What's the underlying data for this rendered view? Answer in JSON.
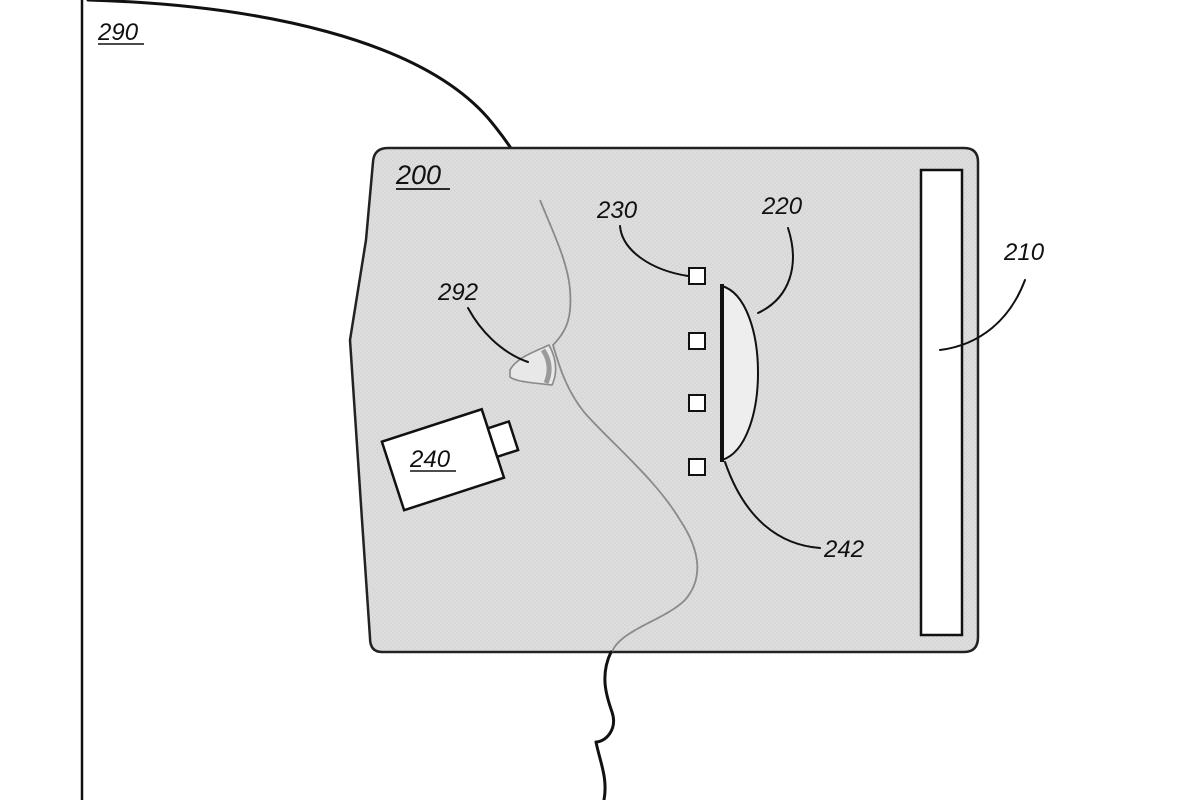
{
  "figure": {
    "labels": {
      "head": "290",
      "device": "200",
      "display": "210",
      "lens": "220",
      "emitters": "230",
      "camera": "240",
      "lens_edge": "242",
      "eye": "292"
    }
  },
  "colors": {
    "ink": "#111111",
    "device_fill": "#dcdcdc",
    "white": "#ffffff",
    "lens_fill": "#eeeeee"
  }
}
